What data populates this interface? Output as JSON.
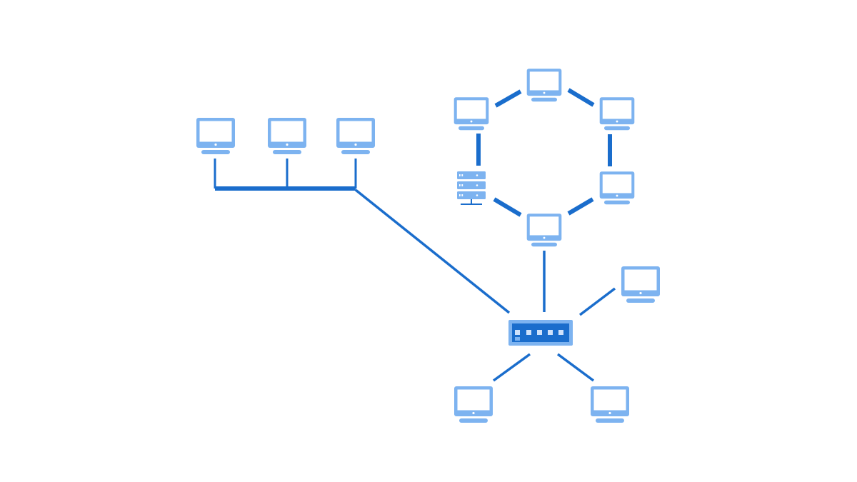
{
  "diagram": {
    "kind": "hybrid network topology",
    "colors": {
      "background": "#ffffff",
      "link": "#1a6dcc",
      "device": "#7db3f0",
      "device_screen": "#ffffff",
      "switch_body": "#7db3f0",
      "switch_panel": "#1a6dcc",
      "switch_port": "#cfe2fb",
      "server_body": "#7db3f0",
      "server_light": "#ffffff"
    },
    "topologies": [
      {
        "type": "bus",
        "devices": [
          "bus-computer-1",
          "bus-computer-2",
          "bus-computer-3"
        ]
      },
      {
        "type": "ring",
        "devices": [
          "ring-computer-top",
          "ring-computer-upper-right",
          "ring-computer-lower-right",
          "ring-computer-bottom",
          "ring-server",
          "ring-computer-upper-left"
        ]
      },
      {
        "type": "star",
        "hub": "central-switch",
        "devices": [
          "ring-computer-bottom",
          "star-computer-right",
          "star-computer-bottom-right",
          "star-computer-bottom-left",
          "bus-backbone"
        ]
      }
    ],
    "icons": {
      "computer": "desktop-computer-icon",
      "server": "server-rack-icon",
      "switch": "network-switch-icon"
    },
    "switch_ports": 5
  }
}
